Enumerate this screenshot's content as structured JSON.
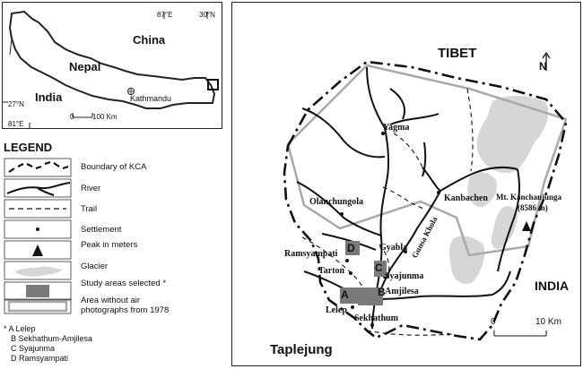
{
  "inset": {
    "labels": {
      "china": "China",
      "nepal": "Nepal",
      "india": "India",
      "kathmandu": "Kathmandu"
    },
    "coords": {
      "lon_top": "87°E",
      "lat_top": "30°N",
      "lat_left": "27°N",
      "lon_bottom": "81°E"
    },
    "scale": {
      "zero": "0",
      "label": "100 Km"
    }
  },
  "legend": {
    "title": "LEGEND",
    "items": [
      {
        "label": "Boundary of KCA",
        "symbol": "boundary"
      },
      {
        "label": "River",
        "symbol": "river"
      },
      {
        "label": "Trail",
        "symbol": "trail"
      },
      {
        "label": "Settlement",
        "symbol": "dot"
      },
      {
        "label": "Peak in meters",
        "symbol": "triangle"
      },
      {
        "label": "Glacier",
        "symbol": "glacier"
      },
      {
        "label": "Study areas selected *",
        "symbol": "study"
      },
      {
        "label": "Area without air photographs from 1978",
        "symbol": "grey-outline"
      }
    ],
    "key_intro": "* A",
    "key": [
      "* A  Lelep",
      "B  Sekhathum-Amjilesa",
      "C  Syajunma",
      "D  Ramsyampati"
    ]
  },
  "map": {
    "regions": {
      "tibet": "TIBET",
      "india": "INDIA",
      "taplejung": "Taplejung"
    },
    "north": "N",
    "places": {
      "yagma": "Yagma",
      "olanchungola": "Olanchungola",
      "kanbachen": "Kanbachen",
      "ramsyampati": "Ramsyampati",
      "tarton": "Tarton",
      "gyabla": "Gyabla",
      "syajunma": "Syajunma",
      "amjilesa": "Amjilesa",
      "lelep": "Lelep",
      "sekhathum": "Sekhathum"
    },
    "peak": {
      "name": "Mt. Kanchanjunga",
      "height": "(8586 m)"
    },
    "river_label": "Gunsa Khola",
    "study_areas": [
      "A",
      "B",
      "C",
      "D"
    ],
    "scale": {
      "zero": "0",
      "label": "10 Km"
    }
  },
  "colors": {
    "boundary": "#222222",
    "glacier": "#d6d6d6",
    "study": "#7a7a7a",
    "no_photo": "#a9a9a9"
  }
}
